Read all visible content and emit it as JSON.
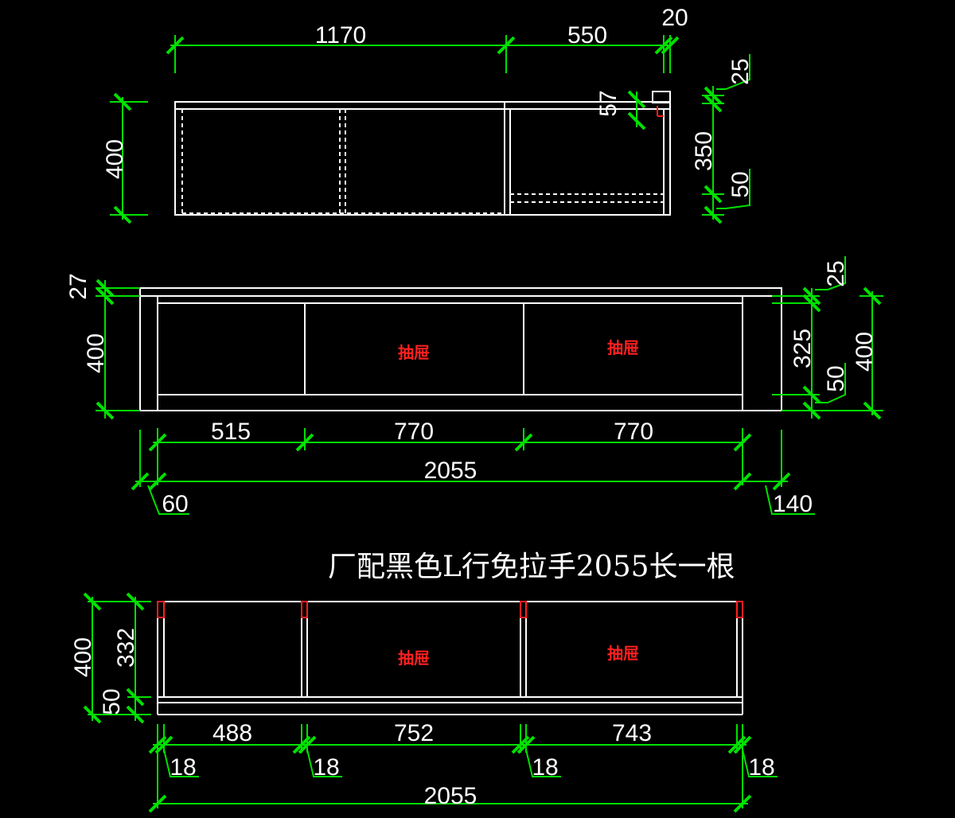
{
  "colors": {
    "background": "#000000",
    "outline": "#ffffff",
    "dimension": "#00e000",
    "marker": "#ff2020"
  },
  "top_view": {
    "width_1170": "1170",
    "width_550": "550",
    "width_20": "20",
    "height_400": "400",
    "gap_57": "57",
    "right_25": "25",
    "right_350": "350",
    "right_50": "50"
  },
  "front_view": {
    "top_27": "27",
    "height_400": "400",
    "label_drawer_1": "抽屉",
    "label_drawer_2": "抽屉",
    "right_25": "25",
    "right_325": "325",
    "right_50": "50",
    "right_400": "400",
    "bay_515": "515",
    "bay_770_a": "770",
    "bay_770_b": "770",
    "total_2055": "2055",
    "left_60": "60",
    "right_140": "140"
  },
  "note": "厂配黑色L行免拉手2055长一根",
  "bottom_view": {
    "height_400": "400",
    "height_332": "332",
    "height_50": "50",
    "label_drawer_1": "抽屉",
    "label_drawer_2": "抽屉",
    "bay_488": "488",
    "bay_752": "752",
    "bay_743": "743",
    "panel_18_a": "18",
    "panel_18_b": "18",
    "panel_18_c": "18",
    "panel_18_d": "18",
    "total_2055": "2055"
  }
}
